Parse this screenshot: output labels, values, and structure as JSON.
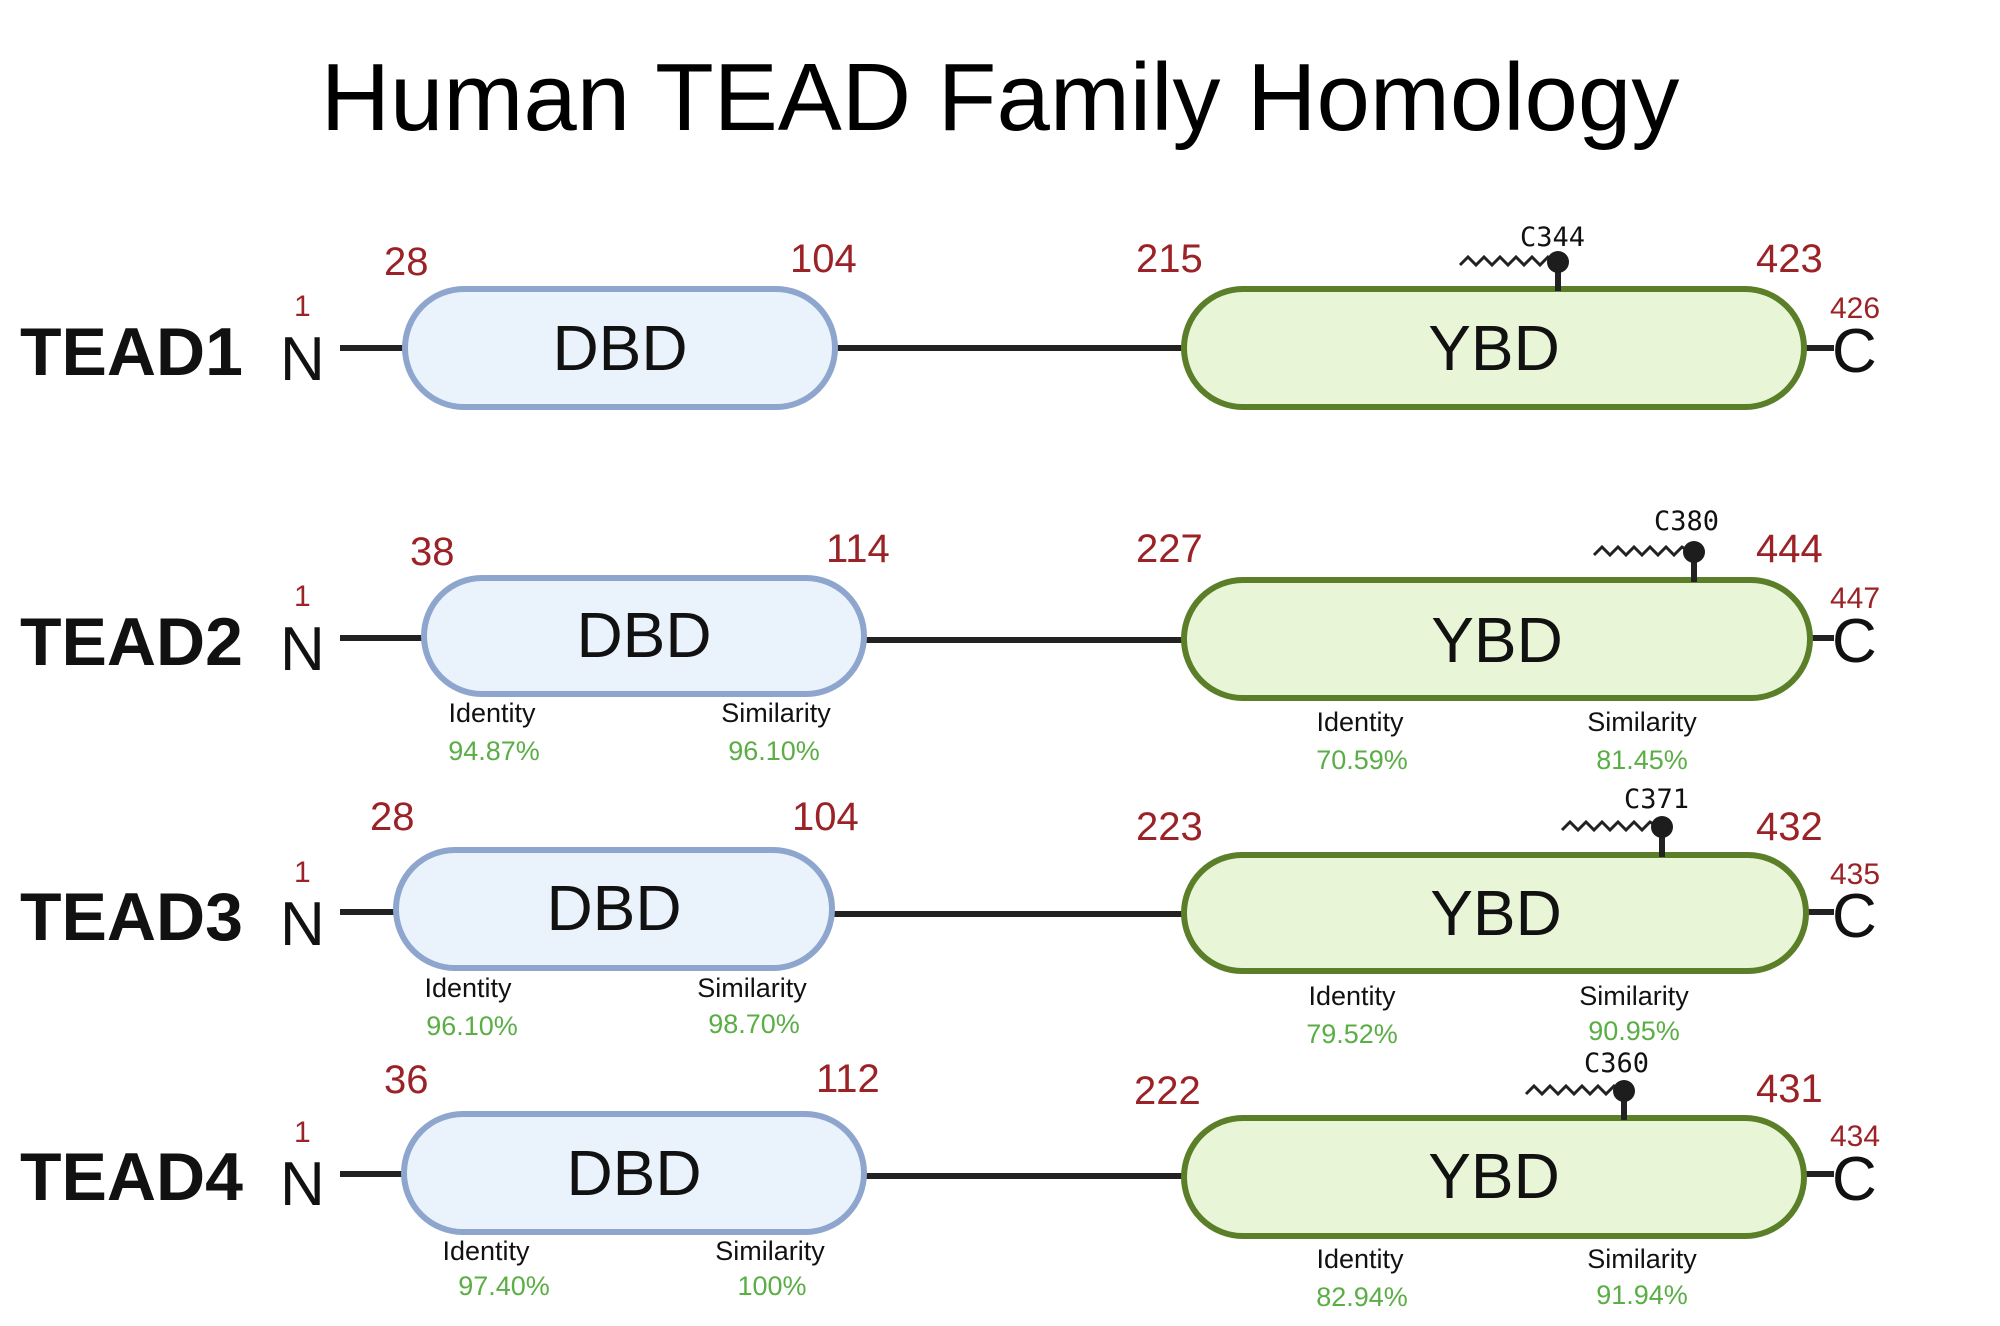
{
  "title": "Human TEAD Family Homology",
  "colors": {
    "dbd_fill": "#eaf2fb",
    "dbd_stroke": "#8ea5cd",
    "ybd_fill": "#e8f5d6",
    "ybd_stroke": "#5a7f28",
    "position_number": "#9b2226",
    "percent_value": "#5aae45"
  },
  "labels": {
    "n_terminus": "N",
    "c_terminus": "C",
    "dbd": "DBD",
    "ybd": "YBD",
    "identity": "Identity",
    "similarity": "Similarity"
  },
  "proteins": [
    {
      "name": "TEAD1",
      "start": "1",
      "end": "426",
      "dbd_start": "28",
      "dbd_end": "104",
      "ybd_start": "215",
      "ybd_end": "423",
      "cys": "C344"
    },
    {
      "name": "TEAD2",
      "start": "1",
      "end": "447",
      "dbd_start": "38",
      "dbd_end": "114",
      "ybd_start": "227",
      "ybd_end": "444",
      "cys": "C380",
      "dbd_identity": "94.87%",
      "dbd_similarity": "96.10%",
      "ybd_identity": "70.59%",
      "ybd_similarity": "81.45%"
    },
    {
      "name": "TEAD3",
      "start": "1",
      "end": "435",
      "dbd_start": "28",
      "dbd_end": "104",
      "ybd_start": "223",
      "ybd_end": "432",
      "cys": "C371",
      "dbd_identity": "96.10%",
      "dbd_similarity": "98.70%",
      "ybd_identity": "79.52%",
      "ybd_similarity": "90.95%"
    },
    {
      "name": "TEAD4",
      "start": "1",
      "end": "434",
      "dbd_start": "36",
      "dbd_end": "112",
      "ybd_start": "222",
      "ybd_end": "431",
      "cys": "C360",
      "dbd_identity": "97.40%",
      "dbd_similarity": "100%",
      "ybd_identity": "82.94%",
      "ybd_similarity": "91.94%"
    }
  ]
}
